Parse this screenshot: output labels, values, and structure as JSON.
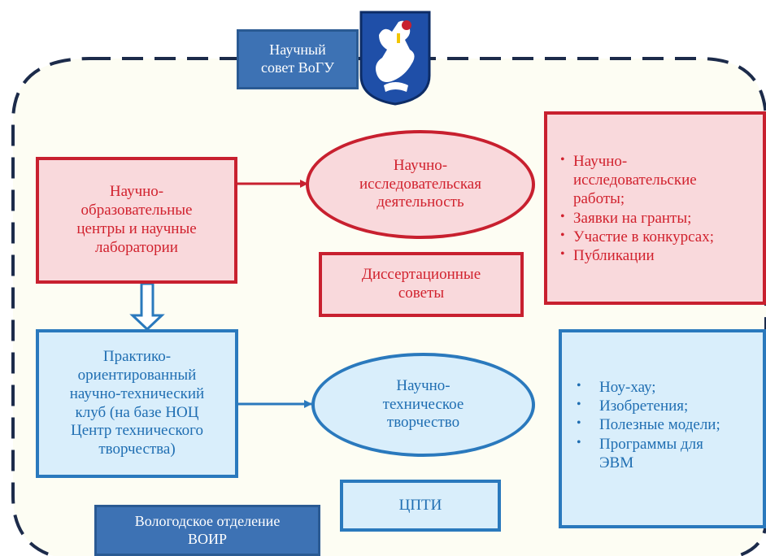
{
  "colors": {
    "red_accent": "#c8202f",
    "red_fill": "#f9d9dc",
    "blue_accent": "#2a79bd",
    "blue_fill": "#d9eefb",
    "dark_blue": "#3d72b4",
    "frame_dash": "#1c2b4a",
    "frame_fill": "#fdfdf3"
  },
  "emblem": {
    "icon": "coat-of-arms-icon"
  },
  "council": {
    "line1": "Научный",
    "line2": "совет ВоГУ"
  },
  "centers": {
    "lines": [
      "Научно-",
      "образовательные",
      "центры и научные",
      "лаборатории"
    ]
  },
  "research": {
    "lines": [
      "Научно-",
      "исследовательская",
      "деятельность"
    ]
  },
  "dissertation": {
    "lines": [
      "Диссертационные",
      "советы"
    ]
  },
  "research_outputs": {
    "items": [
      "Научно-исследовательские работы;",
      "Заявки на гранты;",
      "Участие в конкурсах;",
      "Публикации"
    ]
  },
  "club": {
    "lines": [
      "Практико-",
      "ориентированный",
      "научно-технический",
      "клуб (на базе НОЦ",
      "Центр технического",
      "творчества)"
    ]
  },
  "technical": {
    "lines": [
      "Научно-",
      "техническое",
      "творчество"
    ]
  },
  "technical_outputs": {
    "items": [
      "Ноу-хау;",
      "Изобретения;",
      "Полезные модели;",
      "Программы  для ЭВМ"
    ]
  },
  "cpti": {
    "label": "ЦПТИ"
  },
  "voir": {
    "line1": "Вологодское отделение",
    "line2": "ВОИР"
  }
}
